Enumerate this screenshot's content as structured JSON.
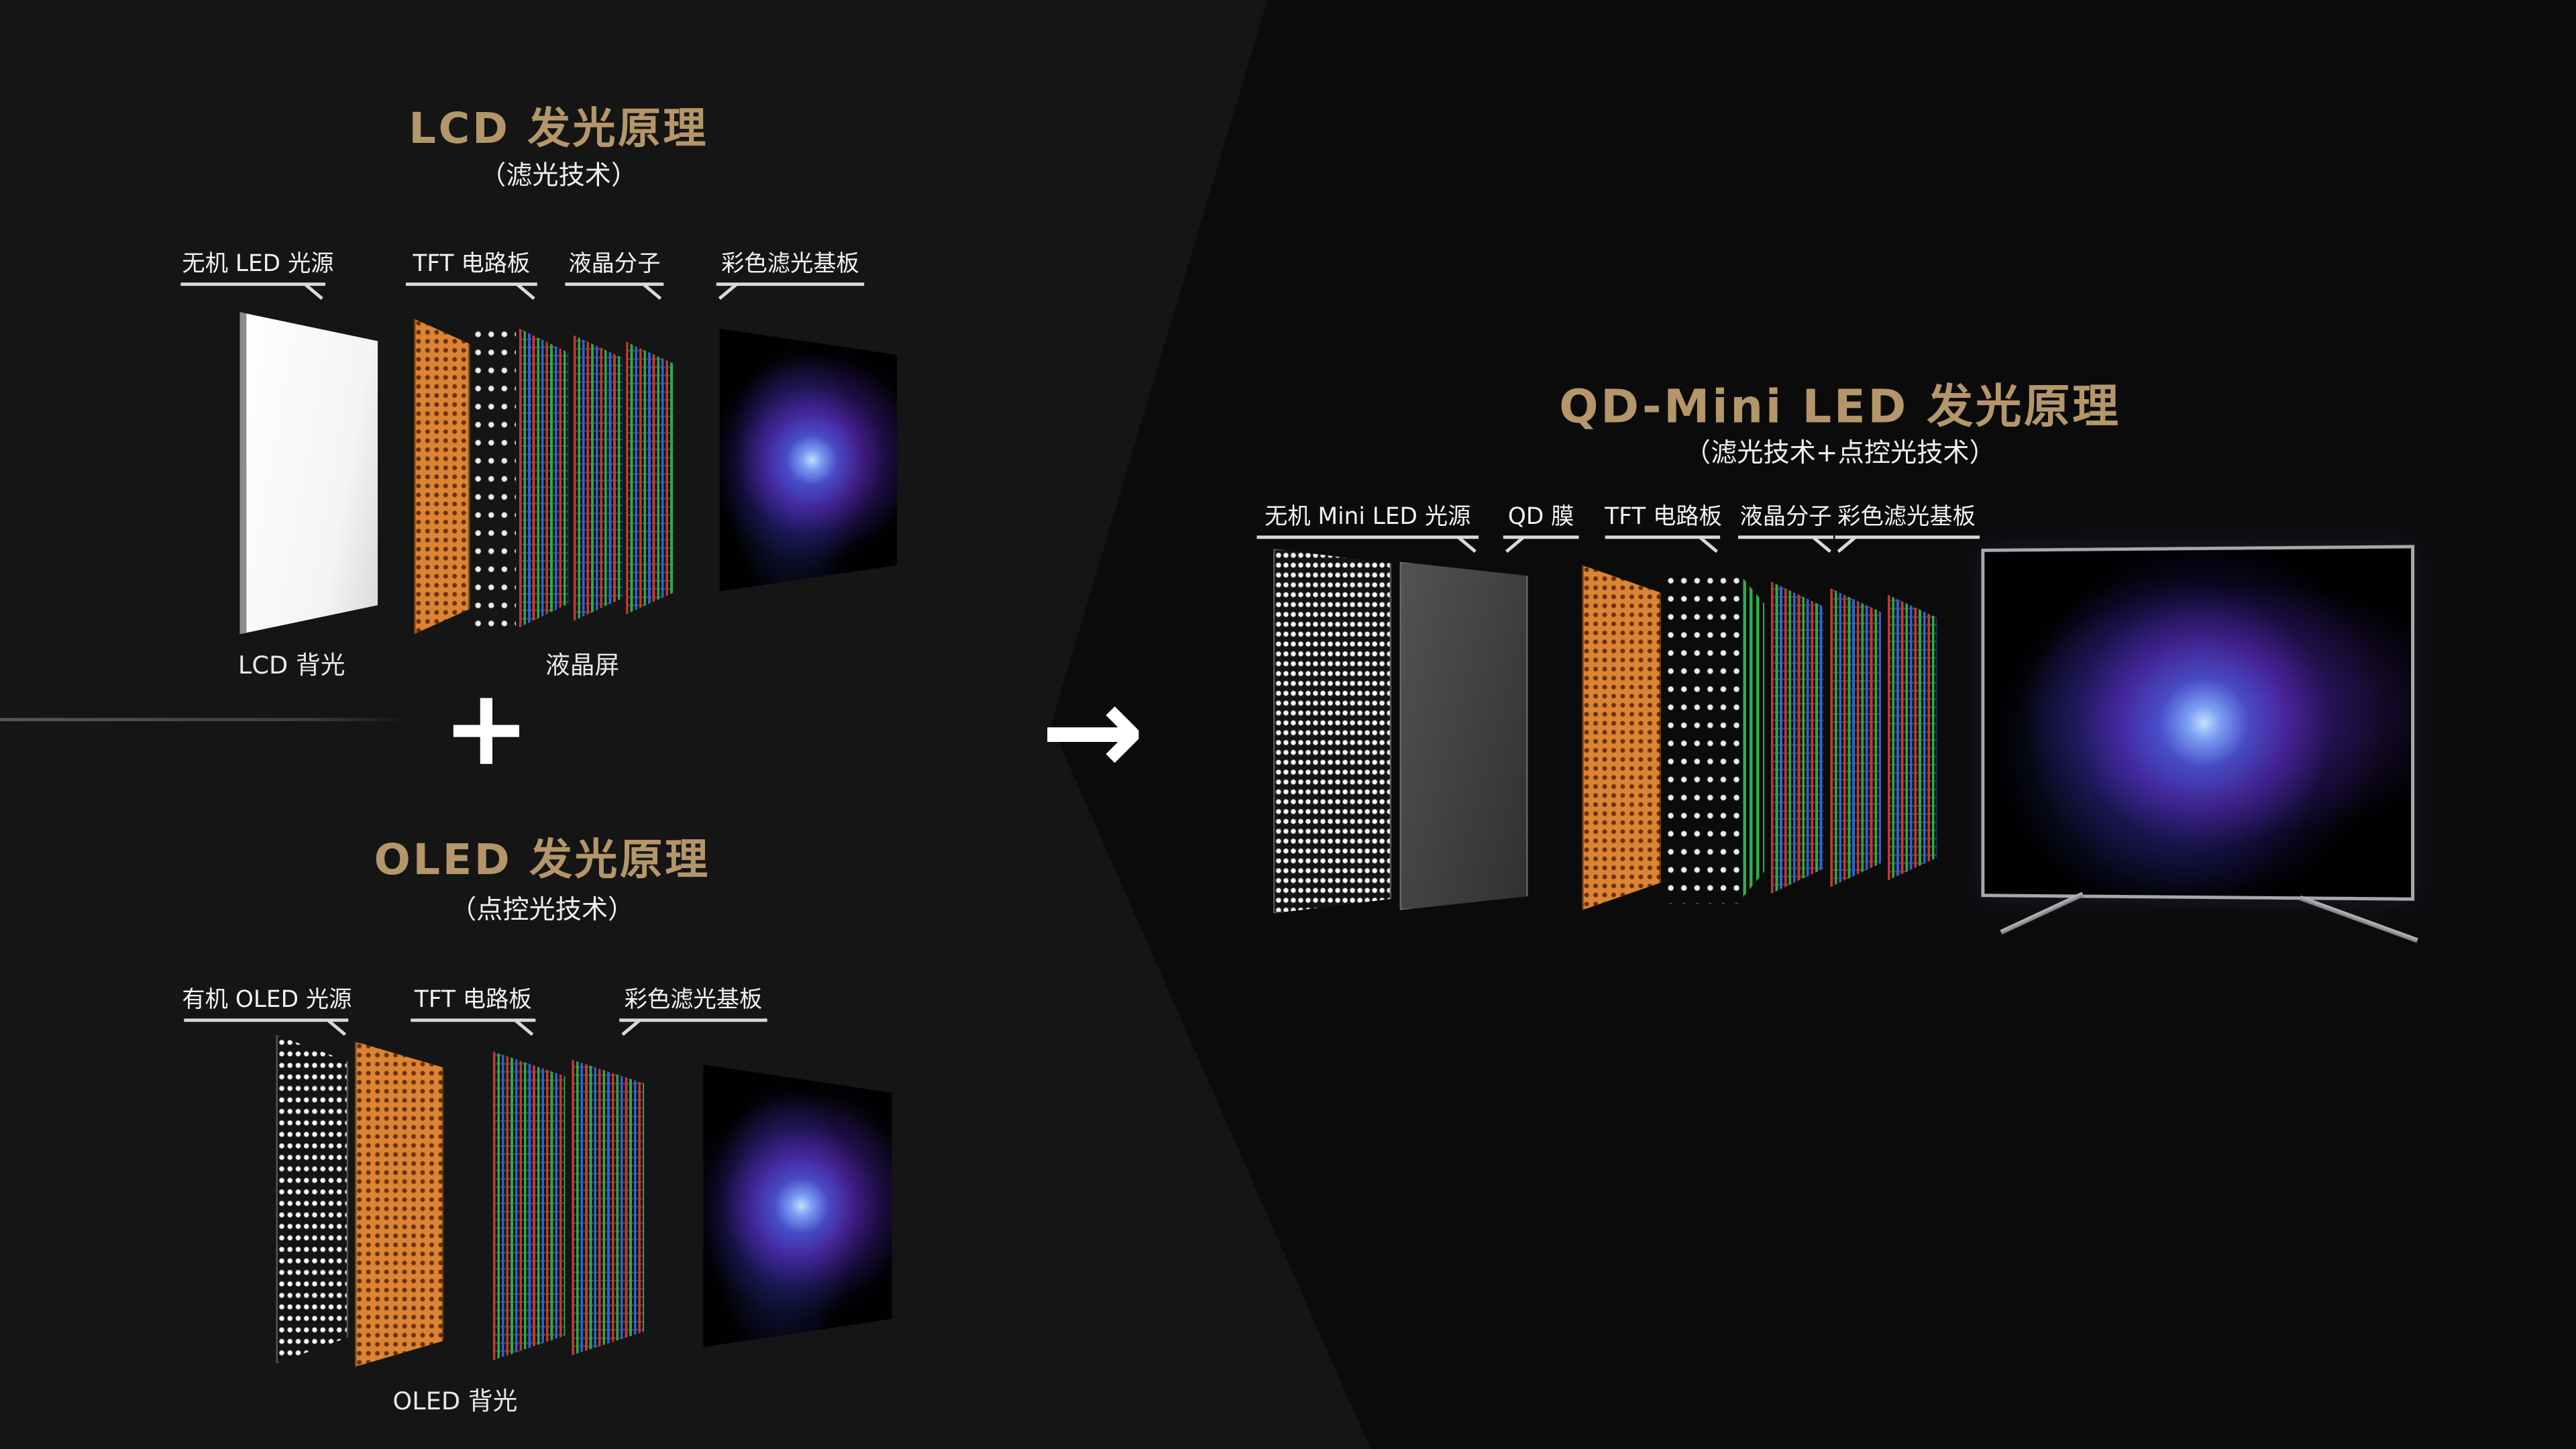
{
  "lcd": {
    "title": "LCD 发光原理",
    "subtitle": "（滤光技术）",
    "labels": [
      "无机 LED 光源",
      "TFT 电路板",
      "液晶分子",
      "彩色滤光基板"
    ],
    "captions": {
      "backlight": "LCD 背光",
      "panel": "液晶屏"
    }
  },
  "oled": {
    "title": "OLED 发光原理",
    "subtitle": "（点控光技术）",
    "labels": [
      "有机 OLED 光源",
      "TFT 电路板",
      "彩色滤光基板"
    ],
    "captions": {
      "backlight": "OLED 背光"
    }
  },
  "qd": {
    "title": "QD-Mini LED 发光原理",
    "subtitle": "（滤光技术+点控光技术）",
    "labels": [
      "无机 Mini LED 光源",
      "QD 膜",
      "TFT 电路板",
      "液晶分子",
      "彩色滤光基板"
    ]
  },
  "operators": {
    "plus": "+",
    "arrow": "→"
  },
  "colors": {
    "background": "#0b0b0b",
    "title_gold": "#b4966a",
    "panel_orange": "#dd8434",
    "label_white": "#f2f2f2"
  }
}
